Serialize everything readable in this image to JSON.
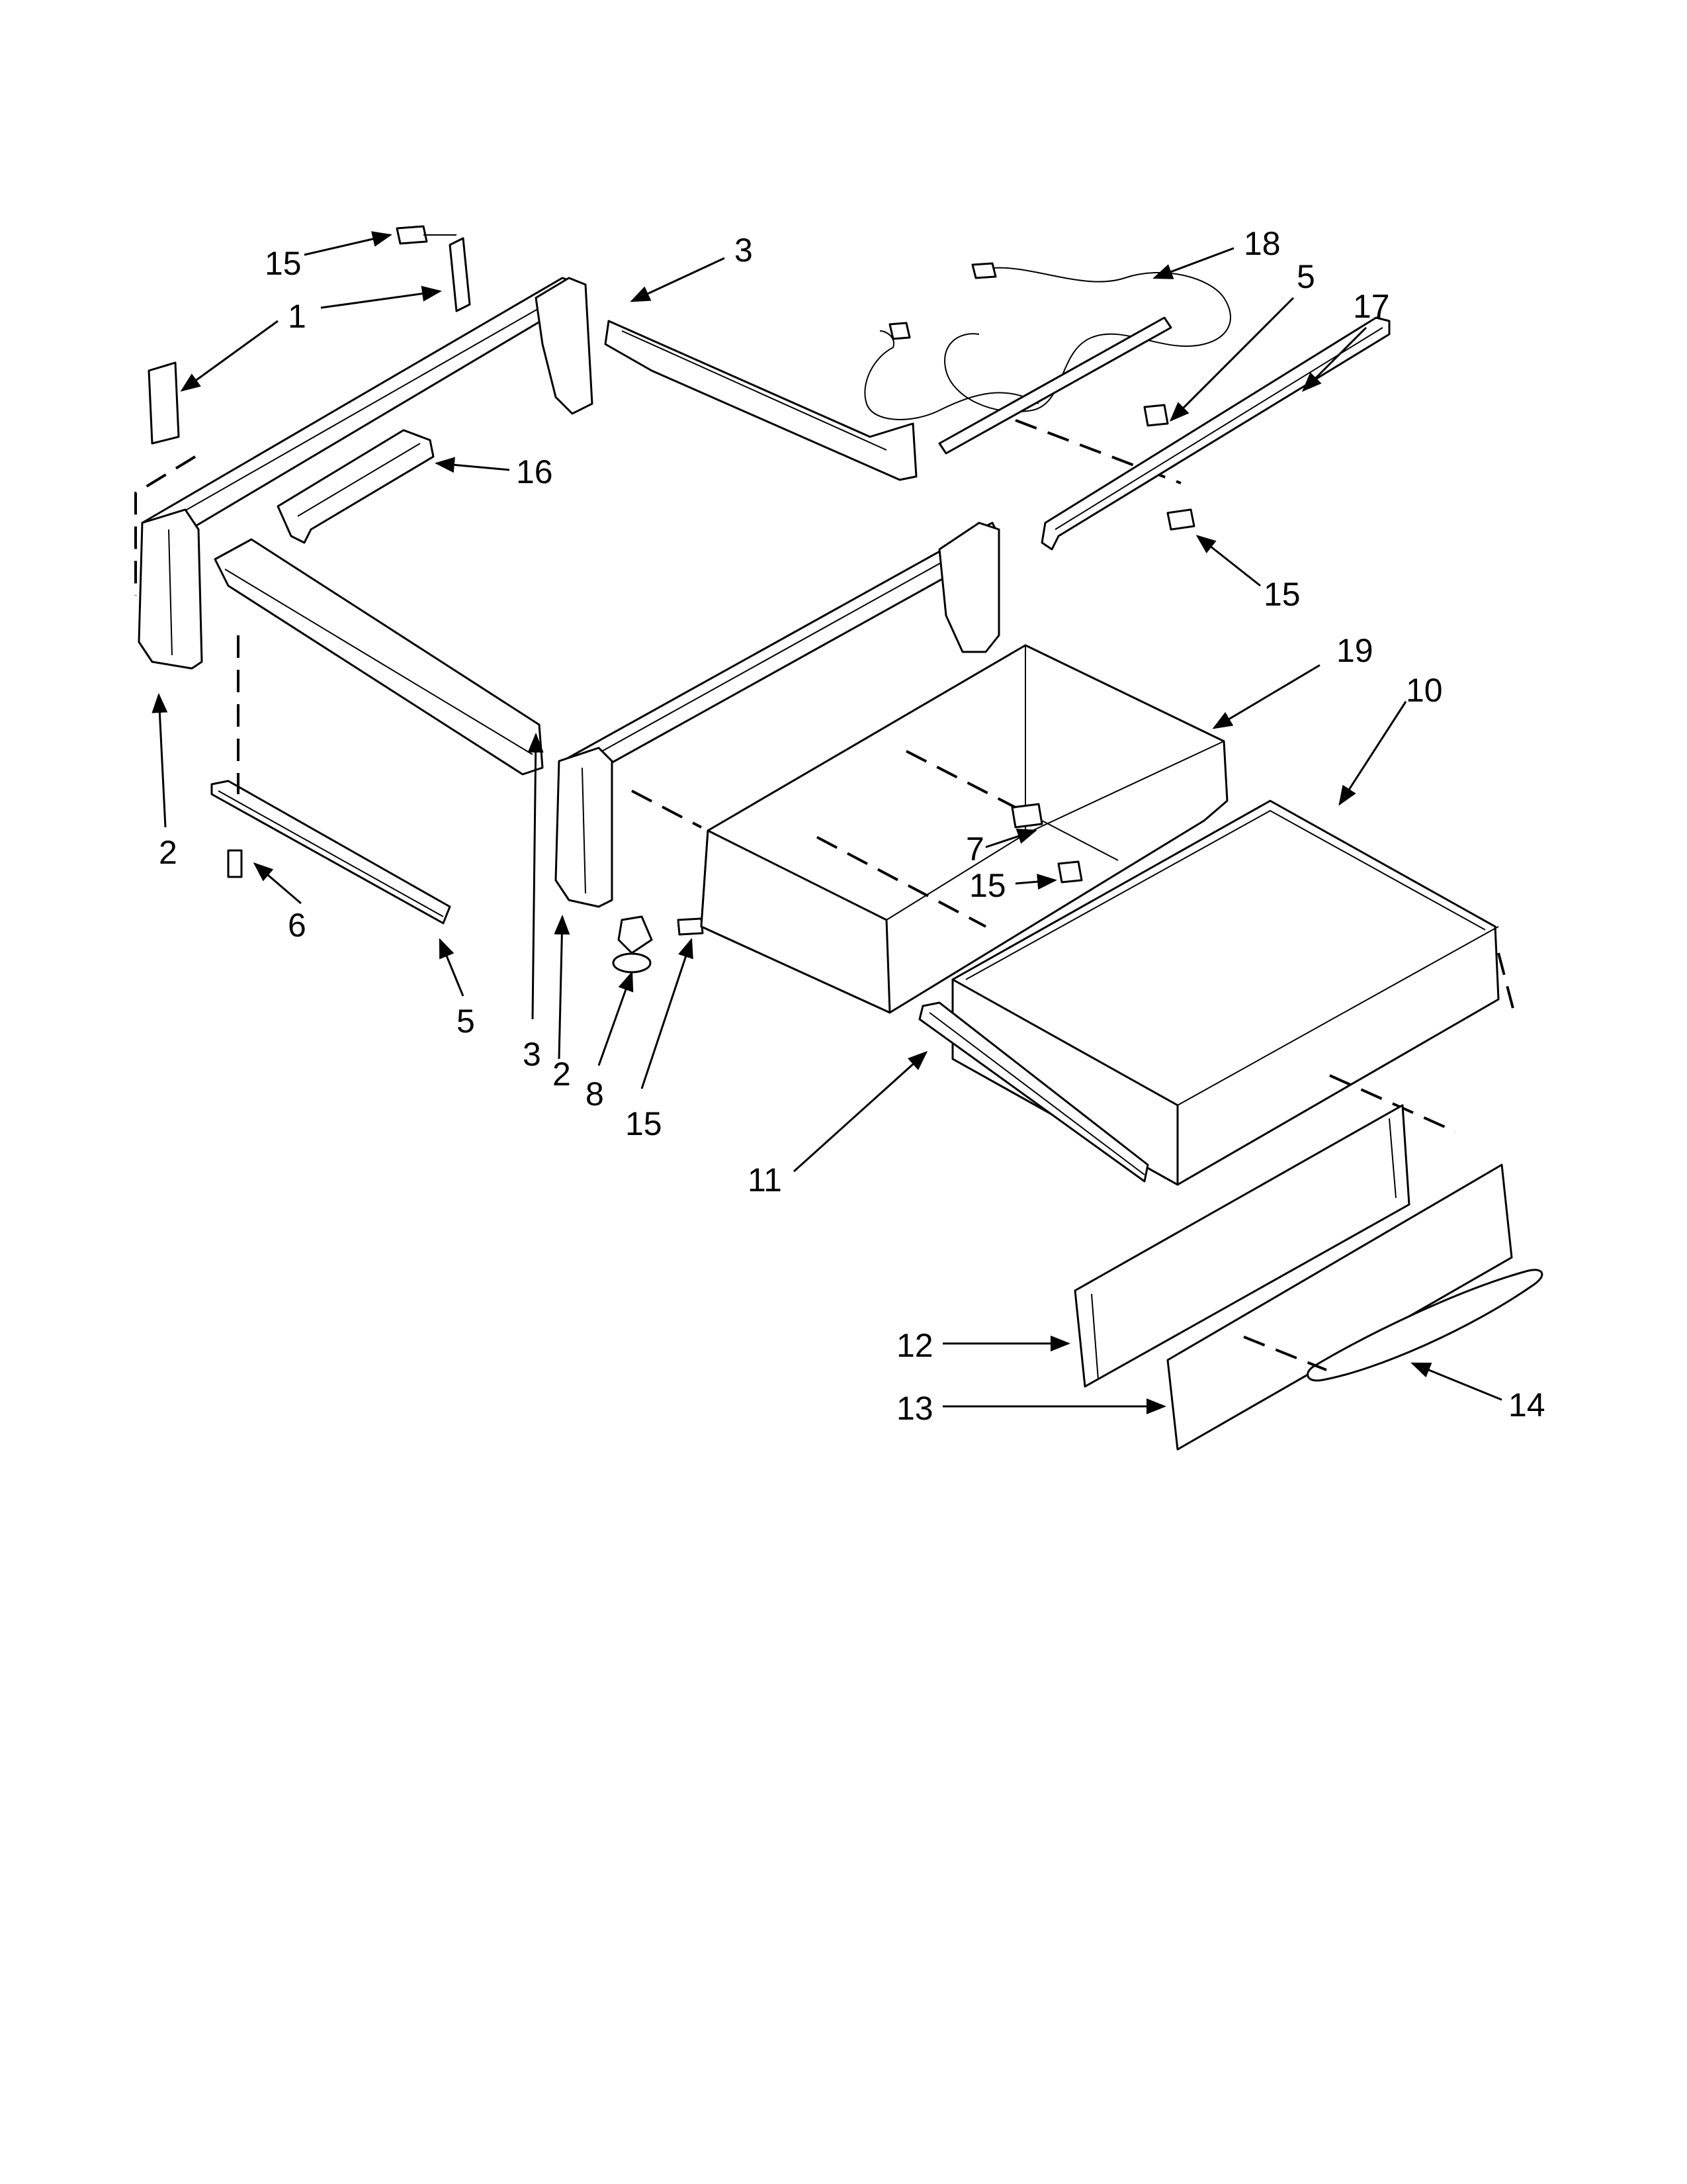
{
  "labels": {
    "l1": "1",
    "l2a": "2",
    "l2b": "2",
    "l3a": "3",
    "l3b": "3",
    "l5a": "5",
    "l5b": "5",
    "l6": "6",
    "l7": "7",
    "l8": "8",
    "l10": "10",
    "l11": "11",
    "l12": "12",
    "l13": "13",
    "l14": "14",
    "l15a": "15",
    "l15b": "15",
    "l15c": "15",
    "l15d": "15",
    "l16": "16",
    "l17": "17",
    "l18": "18",
    "l19": "19"
  }
}
